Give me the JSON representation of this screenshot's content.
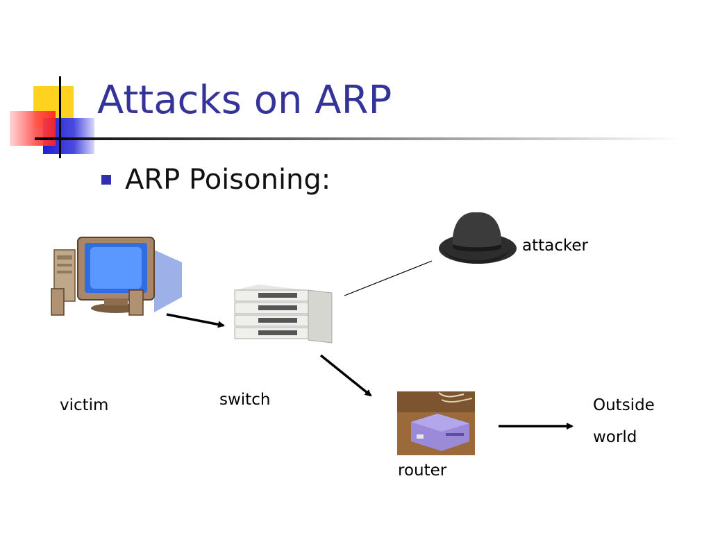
{
  "slide": {
    "title": "Attacks on ARP",
    "bullet": "ARP Poisoning:"
  },
  "diagram": {
    "nodes": [
      {
        "id": "victim",
        "label": "victim",
        "icon": "computer-icon"
      },
      {
        "id": "switch",
        "label": "switch",
        "icon": "network-switch-icon"
      },
      {
        "id": "attacker",
        "label": "attacker",
        "icon": "cowboy-hat-icon"
      },
      {
        "id": "router",
        "label": "router",
        "icon": "router-icon"
      },
      {
        "id": "outside",
        "label_line1": "Outside",
        "label_line2": "world"
      }
    ],
    "edges": [
      {
        "from": "victim",
        "to": "switch",
        "style": "arrow"
      },
      {
        "from": "switch",
        "to": "router",
        "style": "arrow"
      },
      {
        "from": "router",
        "to": "outside",
        "style": "arrow"
      },
      {
        "from": "switch",
        "to": "attacker",
        "style": "thin-line"
      }
    ]
  },
  "colors": {
    "title": "#333399",
    "bullet": "#2f2fb0",
    "deco_yellow": "#ffd21f",
    "deco_red": "#ff3333",
    "deco_blue": "#2f2fd9"
  }
}
